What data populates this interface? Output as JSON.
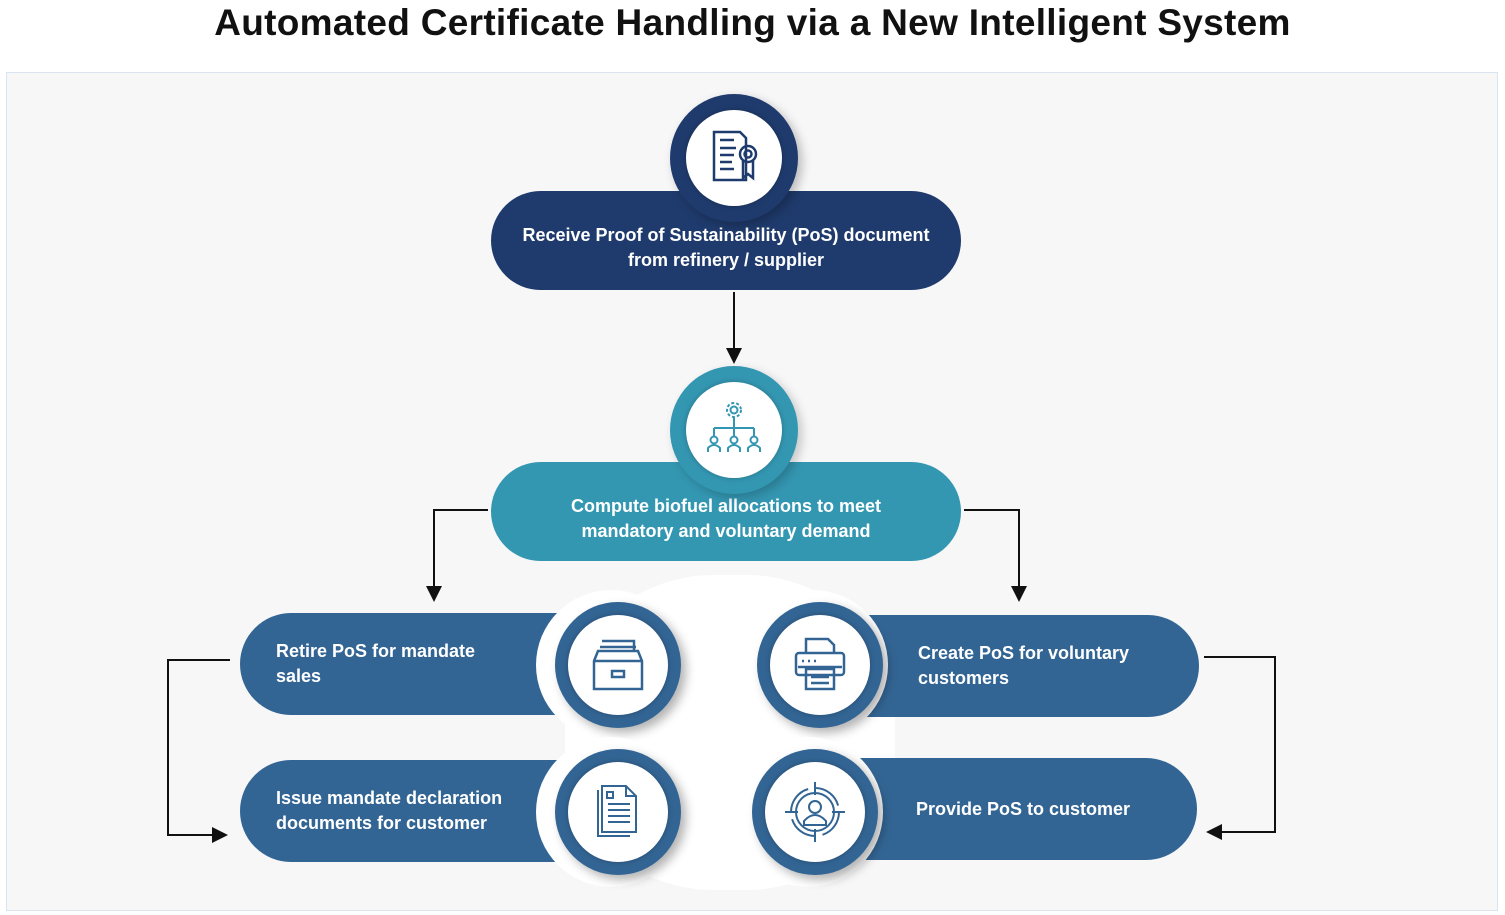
{
  "title": "Automated Certificate Handling via a New Intelligent System",
  "colors": {
    "navy": "#1f3b6d",
    "teal": "#3497b2",
    "blue": "#336594"
  },
  "steps": {
    "receive": {
      "text": "Receive Proof of Sustainability (PoS) document from refinery / supplier",
      "icon": "certificate-icon"
    },
    "compute": {
      "text": "Compute biofuel allocations to meet mandatory and voluntary demand",
      "icon": "organization-gear-icon"
    },
    "retire": {
      "text": "Retire PoS for mandate sales",
      "icon": "archive-tray-icon"
    },
    "issue": {
      "text": "Issue mandate declaration documents for customer",
      "icon": "documents-icon"
    },
    "create": {
      "text": "Create PoS for voluntary customers",
      "icon": "printer-icon"
    },
    "provide": {
      "text": "Provide PoS to customer",
      "icon": "target-user-icon"
    }
  }
}
